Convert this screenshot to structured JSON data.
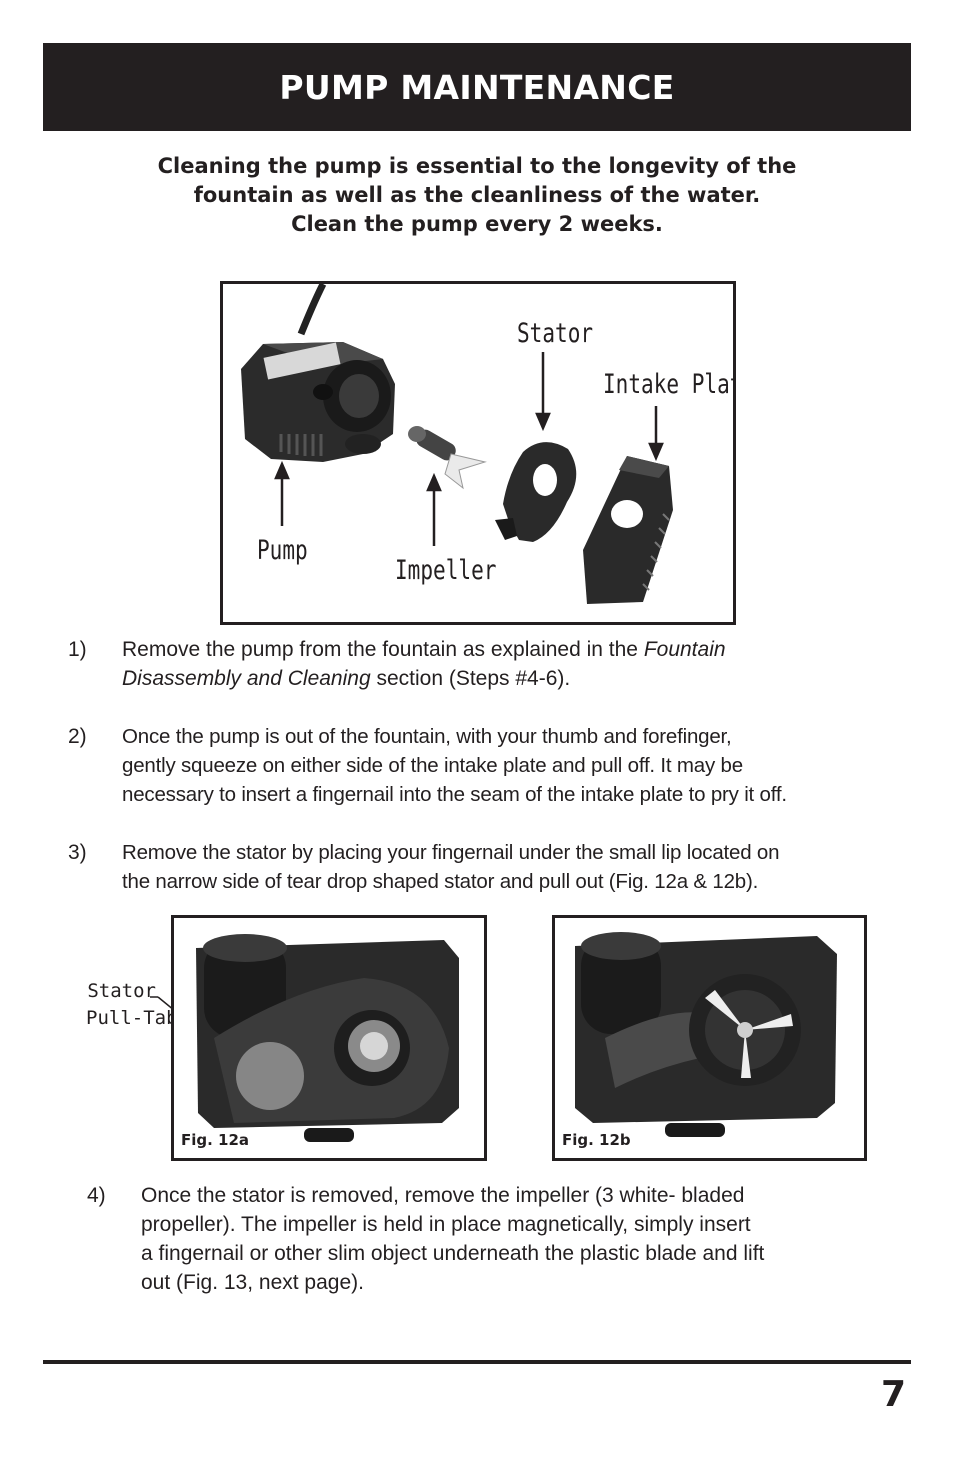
{
  "header": {
    "title": "PUMP MAINTENANCE"
  },
  "intro": {
    "lines": [
      "Cleaning the pump is essential to the longevity of the",
      "fountain as well as the cleanliness of the water.",
      "Clean the pump every 2 weeks."
    ]
  },
  "diagram": {
    "labels": {
      "stator": "Stator",
      "intake_plate": "Intake Plate",
      "pump": "Pump",
      "impeller": "Impeller"
    }
  },
  "steps": [
    {
      "number": "1)",
      "line1_before": "Remove the pump from the fountain as explained in the ",
      "line1_italic": "Fountain",
      "line2_italic": "Disassembly and Cleaning",
      "line2_after": " section (Steps #4-6)."
    },
    {
      "number": "2)",
      "lines": [
        "Once the pump is out of the fountain, with your thumb and forefinger,",
        "gently squeeze on either side of the intake plate and pull off. It may be",
        "necessary to insert a fingernail into the seam of the intake plate to pry it off."
      ]
    },
    {
      "number": "3)",
      "lines": [
        "Remove the stator by placing your fingernail under the small lip located on",
        "the narrow side of tear drop shaped stator and pull out (Fig. 12a & 12b)."
      ]
    },
    {
      "number": "4)",
      "lines": [
        "Once the stator is removed, remove the impeller (3 white- bladed",
        "propeller). The impeller is held in place magnetically, simply insert",
        "a fingernail or other slim object underneath the plastic blade and lift",
        "out (Fig. 13, next page)."
      ]
    }
  ],
  "figures": {
    "fig12a": {
      "caption": "Fig. 12a",
      "callout_lines": [
        "Stator",
        "Pull-Tab"
      ]
    },
    "fig12b": {
      "caption": "Fig. 12b"
    }
  },
  "footer": {
    "page_number": "7"
  }
}
